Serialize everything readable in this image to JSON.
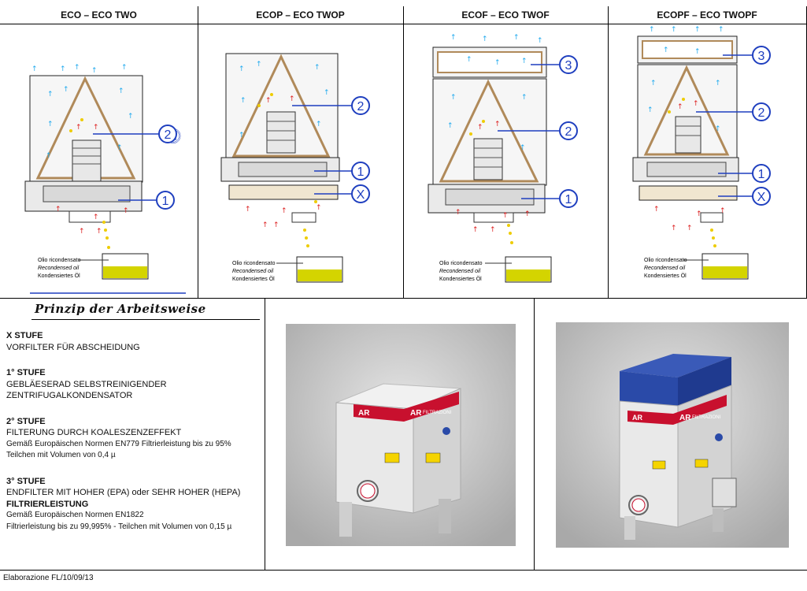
{
  "columns": [
    {
      "title": "ECO – ECO TWO",
      "markers": [
        "2",
        "1"
      ]
    },
    {
      "title": "ECOP – ECO TWOP",
      "markers": [
        "2",
        "1",
        "X"
      ]
    },
    {
      "title": "ECOF – ECO TWOF",
      "markers": [
        "3",
        "2",
        "1"
      ]
    },
    {
      "title": "ECOPF – ECO TWOPF",
      "markers": [
        "3",
        "2",
        "1",
        "X"
      ]
    }
  ],
  "tank_labels": {
    "line1": "Olio ricondensato",
    "line2": "Recondensed oil",
    "line3": "Kondensiertes Öl"
  },
  "principle_title": "Prinzip der Arbeitsweise",
  "stages": [
    {
      "heading": "X STUFE",
      "lines": [
        "VORFILTER FÜR ABSCHEIDUNG"
      ],
      "small": []
    },
    {
      "heading": "1° STUFE",
      "lines": [
        "GEBLÄESERAD SELBSTREINIGENDER",
        "ZENTRIFUGALKONDENSATOR"
      ],
      "small": []
    },
    {
      "heading": "2° STUFE",
      "lines": [
        "FILTERUNG DURCH KOALESZENZEFFEKT"
      ],
      "small": [
        "Gemäß Europäischen Normen EN779 Filtrierleistung bis zu 95%",
        "Teilchen mit Volumen von 0,4 µ"
      ]
    },
    {
      "heading": "3° STUFE",
      "lines": [
        "ENDFILTER MIT HOHER (EPA) oder SEHR HOHER (HEPA)",
        "FILTRIERLEISTUNG"
      ],
      "small": [
        "Gemäß Europäischen Normen EN1822",
        "Filtrierleistung bis zu 99,995% - Teilchen mit Volumen von 0,15 µ"
      ]
    }
  ],
  "brand": {
    "ar": "AR",
    "name": "FILTRAZIONI"
  },
  "footer": "Elaborazione FL/10/09/13",
  "colors": {
    "accent_blue": "#1f3fbf",
    "brand_red": "#c8102e",
    "oil_yellow": "#d4d400",
    "filter_brown": "#b08a5a",
    "unit_blue": "#2a4aa8"
  }
}
